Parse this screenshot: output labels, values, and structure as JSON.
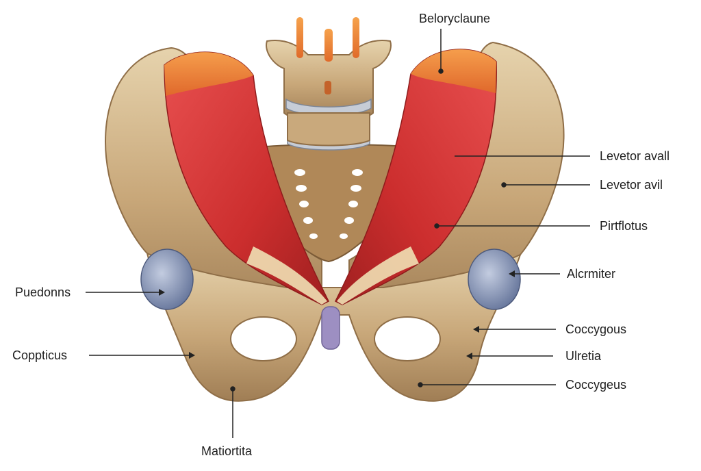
{
  "labels": {
    "top": "Belorycla​une",
    "right_1": "Levetor avall",
    "right_2": "Levetor avil",
    "right_3": "Pirtflotus",
    "right_4": "Alcrmiter",
    "right_5": "Coccygous",
    "right_6": "Ulretia",
    "right_7": "Coccygeus",
    "left_1": "Puedonns",
    "left_2": "Coppticus",
    "bottom": "Matiortita"
  },
  "colors": {
    "bone": "#c9a97c",
    "bone_dark": "#9c7b52",
    "bone_light": "#e3cfa6",
    "muscle": "#d83a3a",
    "muscle_dark": "#a82424",
    "tendon": "#f08a3a",
    "cartilage": "#8d9bbd",
    "line": "#222222"
  }
}
